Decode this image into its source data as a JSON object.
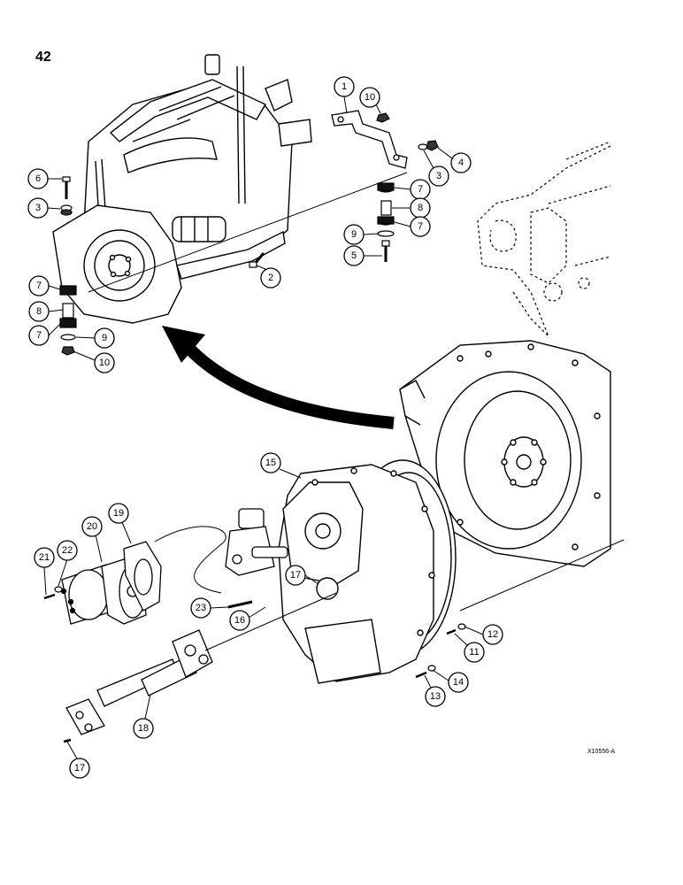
{
  "page": {
    "number": "42"
  },
  "figure": {
    "reference": "X10556-A"
  },
  "callouts": [
    {
      "label": "1"
    },
    {
      "label": "10"
    },
    {
      "label": "4"
    },
    {
      "label": "3"
    },
    {
      "label": "7"
    },
    {
      "label": "8"
    },
    {
      "label": "7"
    },
    {
      "label": "9"
    },
    {
      "label": "5"
    },
    {
      "label": "6"
    },
    {
      "label": "3"
    },
    {
      "label": "2"
    },
    {
      "label": "7"
    },
    {
      "label": "8"
    },
    {
      "label": "7"
    },
    {
      "label": "9"
    },
    {
      "label": "10"
    },
    {
      "label": "15"
    },
    {
      "label": "19"
    },
    {
      "label": "20"
    },
    {
      "label": "22"
    },
    {
      "label": "21"
    },
    {
      "label": "17"
    },
    {
      "label": "23"
    },
    {
      "label": "16"
    },
    {
      "label": "12"
    },
    {
      "label": "11"
    },
    {
      "label": "14"
    },
    {
      "label": "13"
    },
    {
      "label": "18"
    },
    {
      "label": "17"
    }
  ]
}
